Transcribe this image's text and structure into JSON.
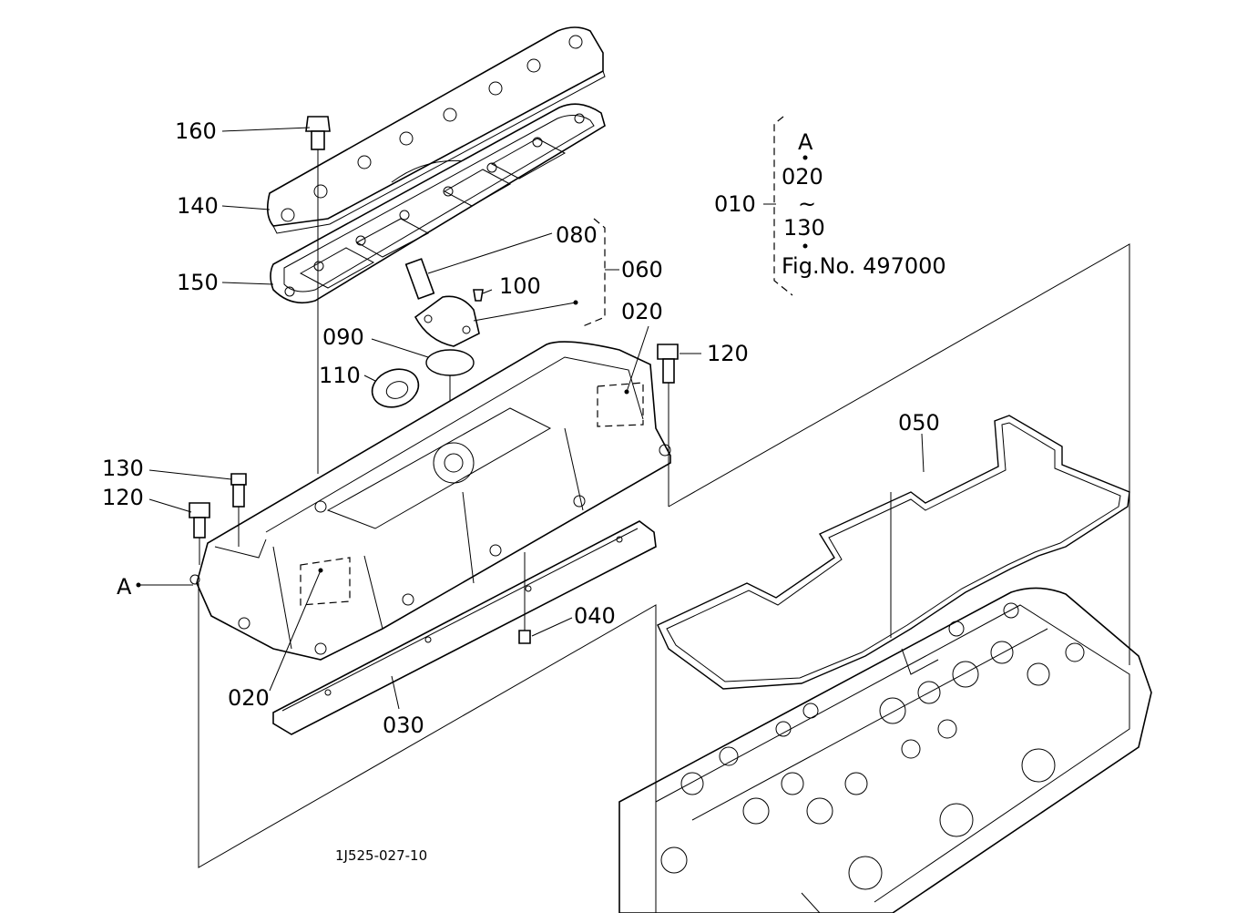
{
  "callouts": {
    "p160": "160",
    "p140": "140",
    "p150": "150",
    "p080": "080",
    "p060": "060",
    "p100": "100",
    "p020_top": "020",
    "p090": "090",
    "p110": "110",
    "p120_right": "120",
    "p050": "050",
    "p130": "130",
    "p120_left": "120",
    "ref_a": "A",
    "p040": "040",
    "p020_bottom": "020",
    "p030": "030",
    "p010": "010"
  },
  "reference_block": {
    "line1": "A",
    "line2": "020",
    "line3": "~",
    "line4": "130",
    "fig_no": "Fig.No. 497000"
  },
  "drawing_number": "1J525-027-10"
}
